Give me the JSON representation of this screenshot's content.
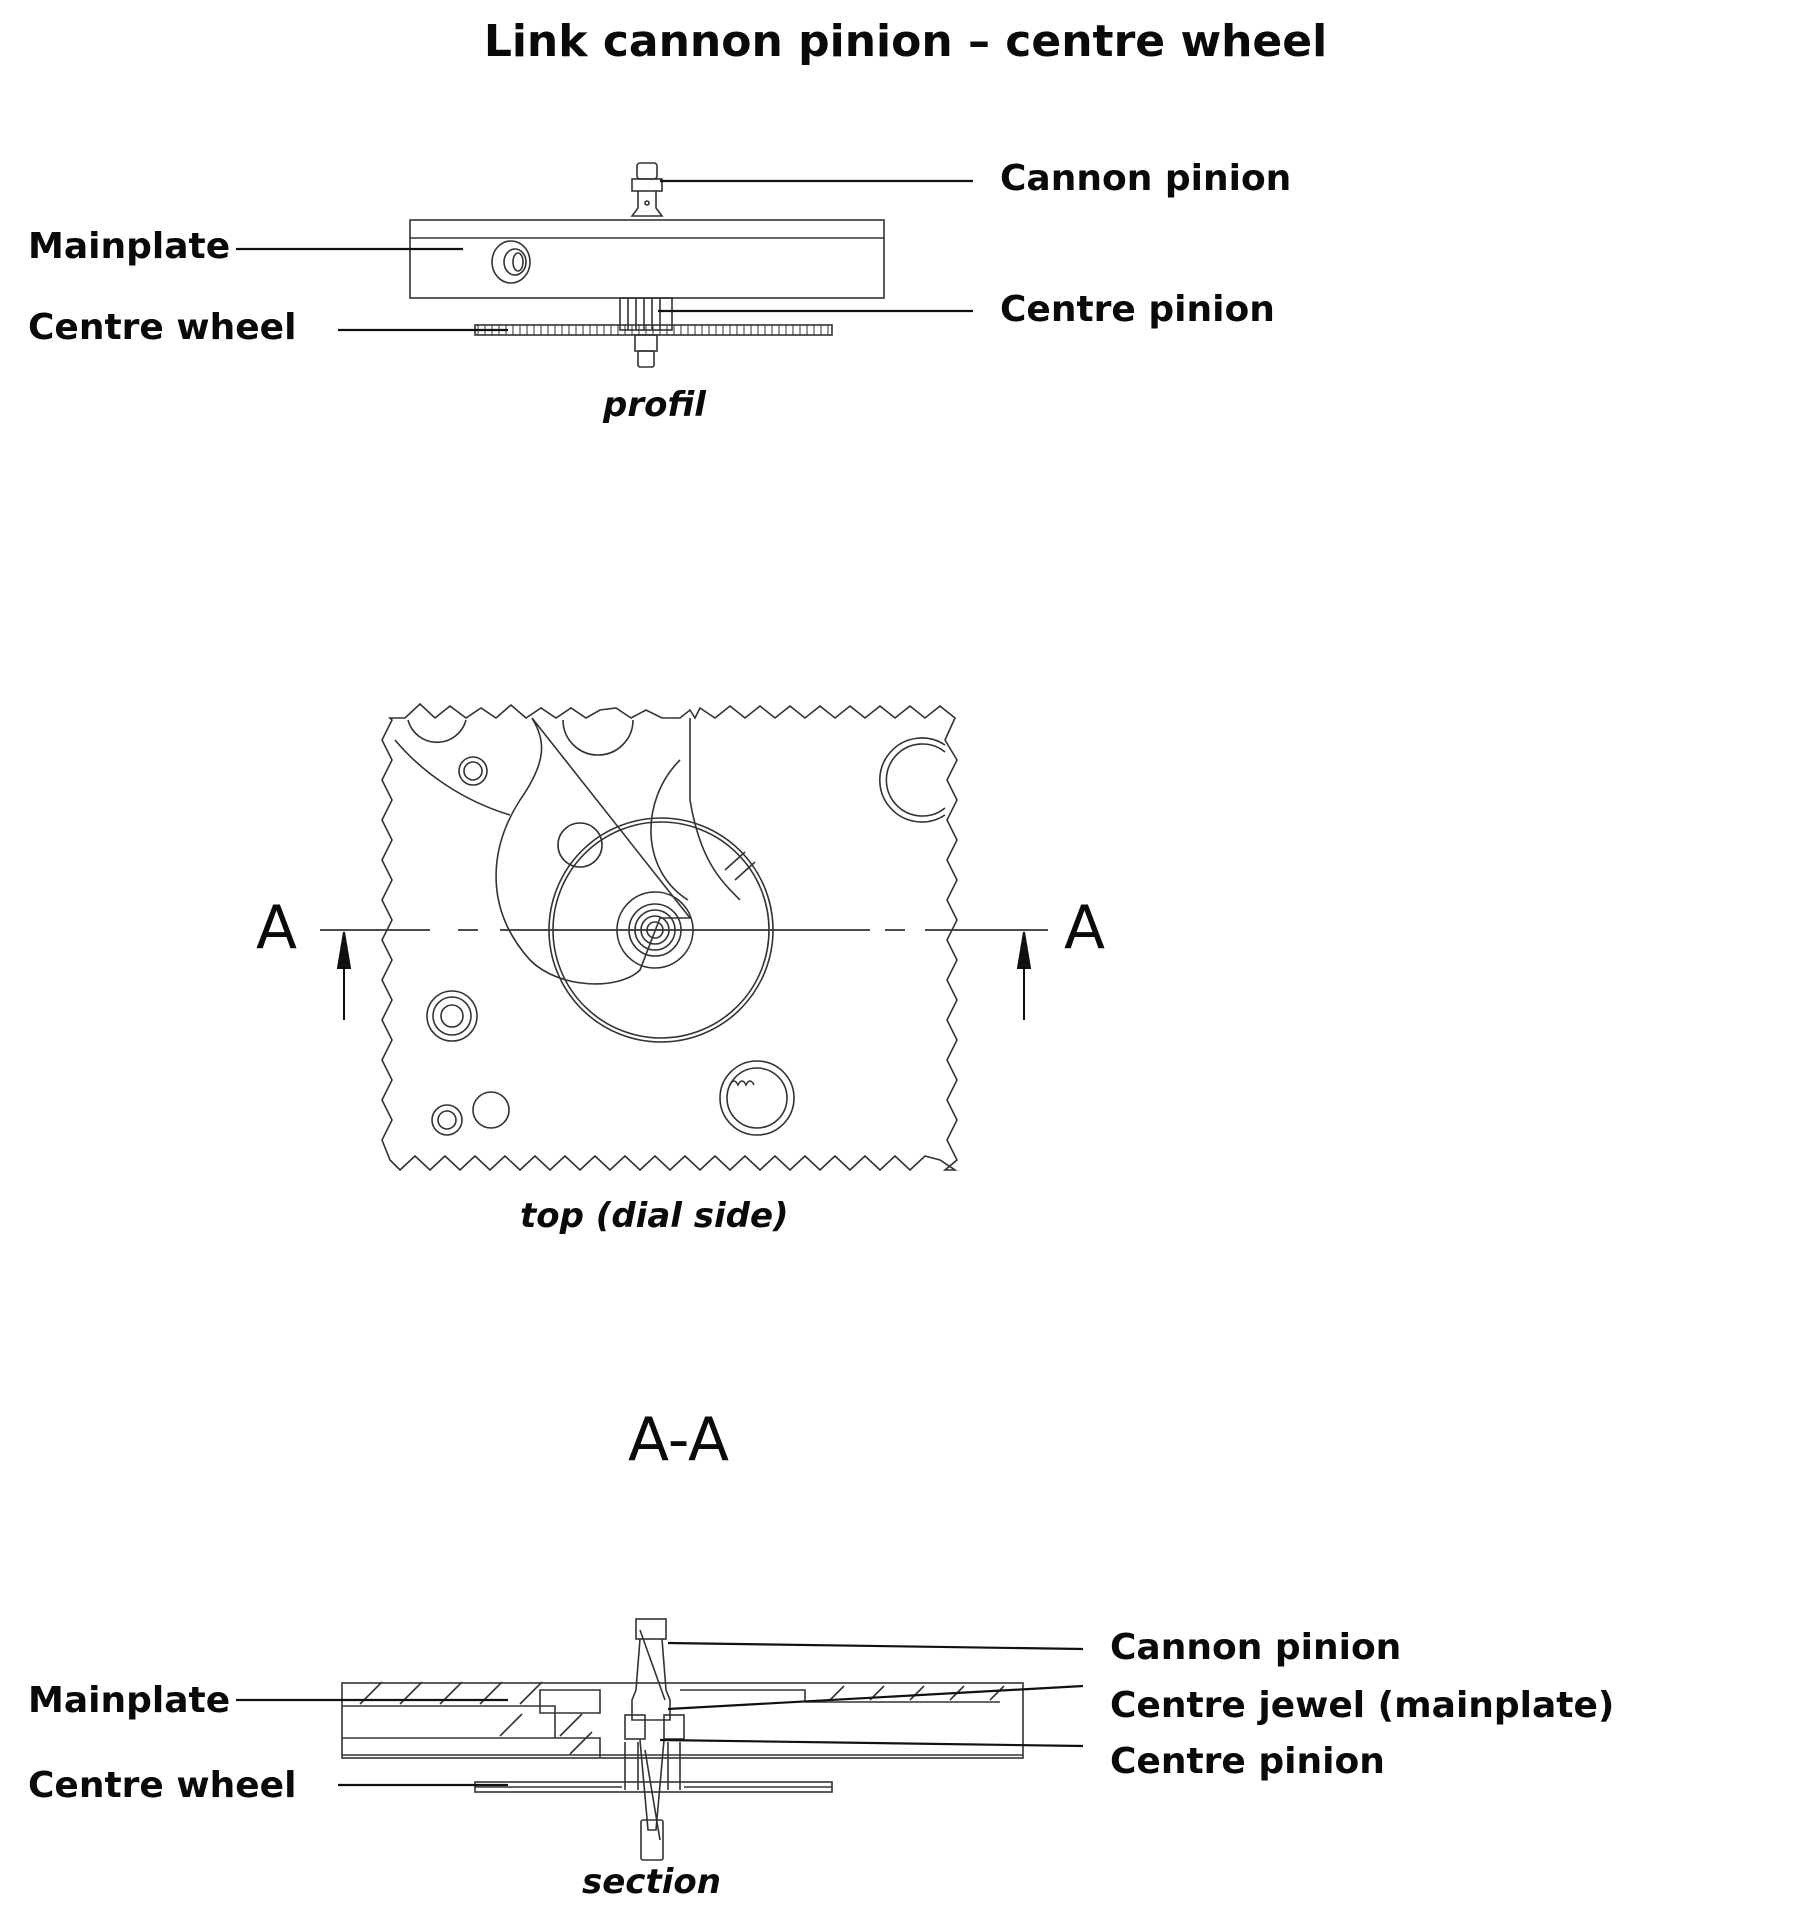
{
  "title": "Link cannon pinion – centre wheel",
  "profile_view": {
    "caption": "profil",
    "labels": {
      "cannon_pinion": "Cannon pinion",
      "mainplate": "Mainplate",
      "centre_pinion": "Centre pinion",
      "centre_wheel": "Centre wheel"
    }
  },
  "top_view": {
    "caption": "top (dial side)",
    "section_marker_left": "A",
    "section_marker_right": "A"
  },
  "section_view": {
    "heading": "A-A",
    "caption": "section",
    "labels": {
      "cannon_pinion": "Cannon pinion",
      "centre_jewel": "Centre jewel (mainplate)",
      "centre_pinion": "Centre pinion",
      "mainplate": "Mainplate",
      "centre_wheel": "Centre wheel"
    }
  },
  "colors": {
    "ink": "#0a0a0a",
    "line": "#333333",
    "background": "#ffffff"
  }
}
